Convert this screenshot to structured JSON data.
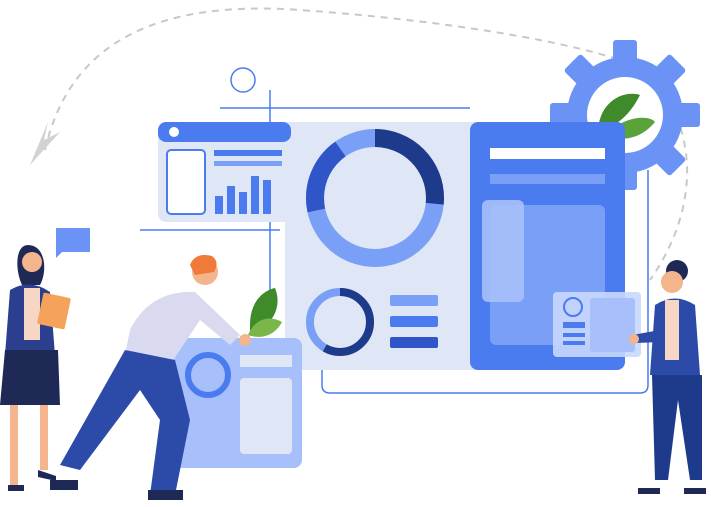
{
  "illustration": {
    "colors": {
      "background": "#ffffff",
      "panel_light": "#dfe6f6",
      "primary_blue": "#4a7cf0",
      "mid_blue": "#7a9ff7",
      "light_blue": "#b6c9fb",
      "dark_navy": "#1e3a8a",
      "gear": "#6b92f5",
      "leaf": "#3f8a2a",
      "skin": "#f4b48c",
      "hair_orange": "#f07a3a",
      "shirt_lavender": "#d9d9ef",
      "tablet_orange": "#f5a35b",
      "dash_line": "#c8c8c8"
    },
    "icons": [
      "gear-icon",
      "donut-chart-icon",
      "bar-chart-icon",
      "chat-bubble-icon",
      "leaf-icon"
    ],
    "bar_chart_levels": [
      0.45,
      0.7,
      0.55,
      0.95,
      0.85
    ],
    "donut_large_fill": 0.72,
    "donut_small_fill": 0.6
  }
}
